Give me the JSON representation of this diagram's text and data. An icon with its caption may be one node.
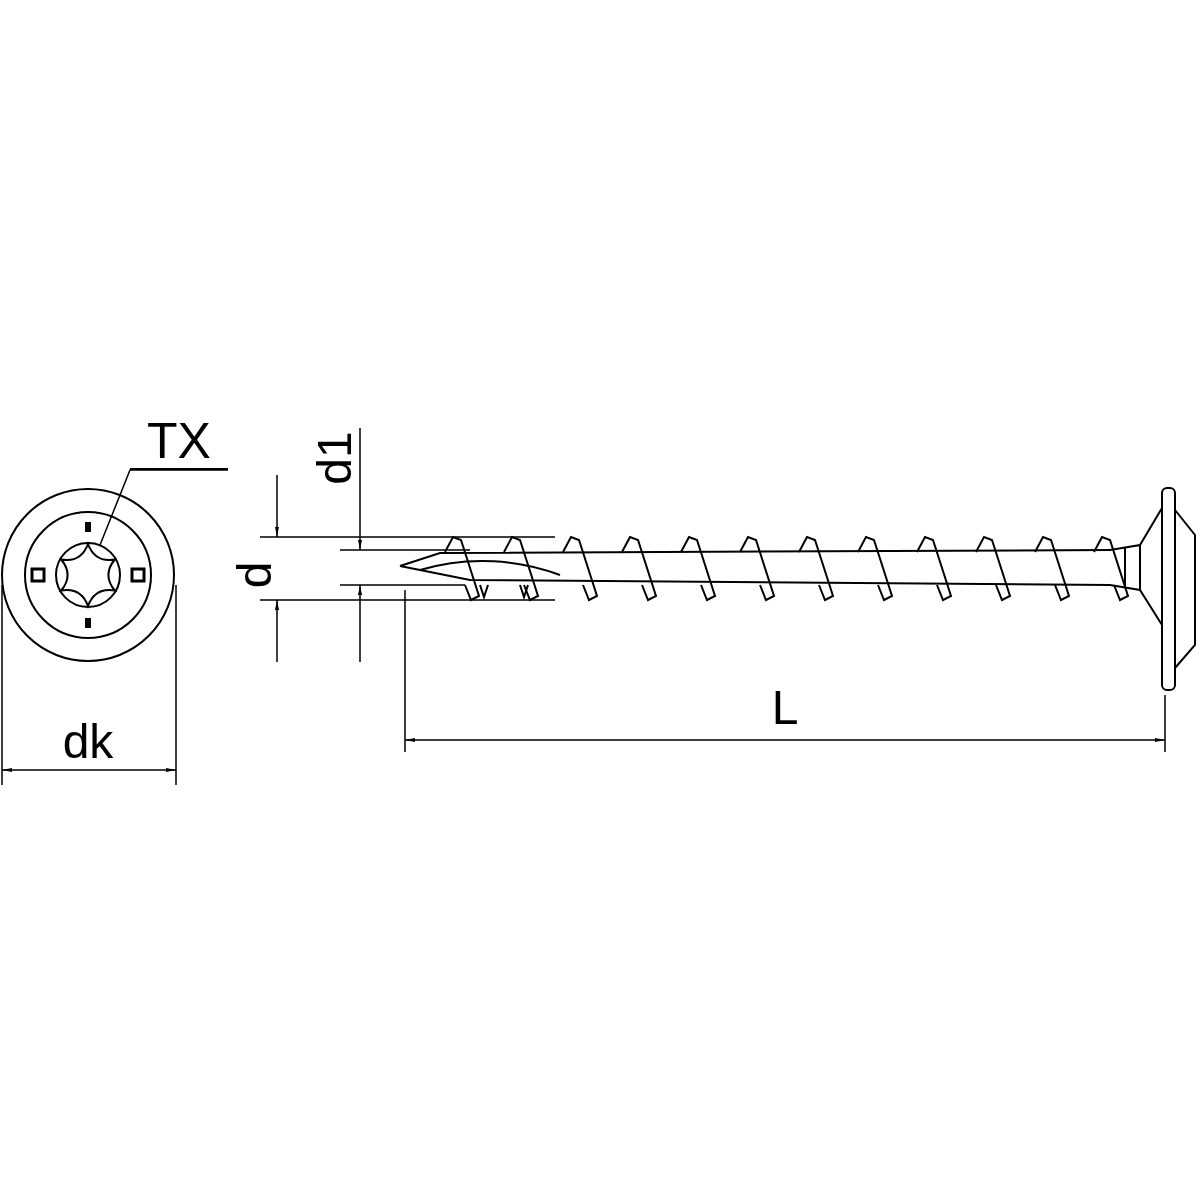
{
  "diagram": {
    "nodes": [
      {
        "text": [
          "TX"
        ]
      },
      {
        "text": [],
        "shape": "star"
      }
    ],
    "edges": [
      {
        "from": 0,
        "to": 1,
        "arrow": "none"
      }
    ],
    "labels": [
      "dk",
      "d",
      "d1",
      "L"
    ]
  }
}
